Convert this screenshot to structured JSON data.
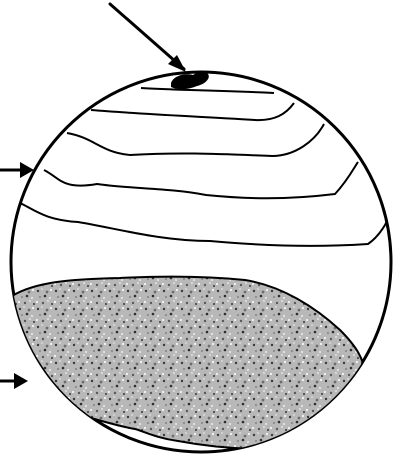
{
  "colors": {
    "background": "#ffffff",
    "line": "#000000",
    "speckle_light": "#d9d9d9",
    "speckle_mid": "#9a9a9a",
    "speckle_dark": "#3a3a3a"
  },
  "diagram": {
    "elements": [
      "top-callout-arrow",
      "left-arrow-upper",
      "left-arrow-lower",
      "circular-sample",
      "dark-top-blob",
      "layer-lines",
      "speckled-bottom-region"
    ]
  }
}
